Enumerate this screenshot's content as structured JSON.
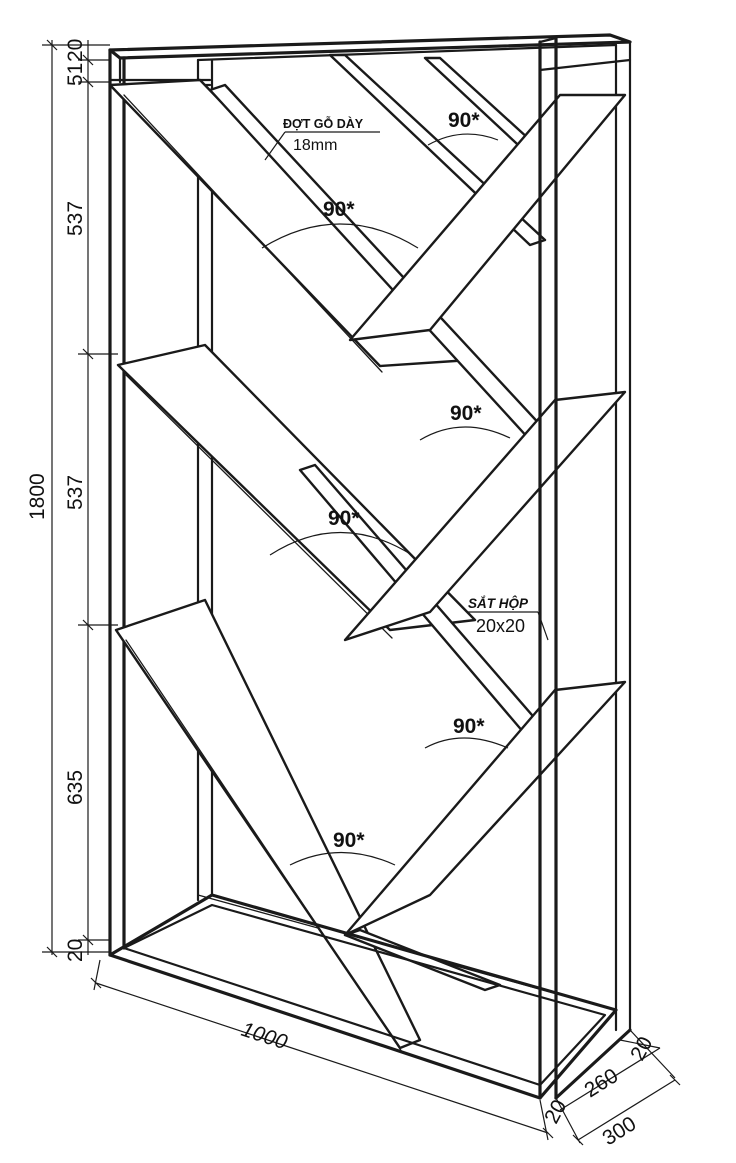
{
  "labels": {
    "wood_note_line1": "ĐỢT GỖ DÀY",
    "wood_note_line2": "18mm",
    "steel_note_line1": "SẮT HỘP",
    "steel_note_line2": "20x20"
  },
  "angles": [
    "90*",
    "90*",
    "90*",
    "90*",
    "90*",
    "90*"
  ],
  "dimensions": {
    "total_height": "1800",
    "top_1": "20",
    "top_2": "51",
    "section_1": "537",
    "section_2": "537",
    "section_3": "635",
    "bottom": "20",
    "width": "1000",
    "depth_inner": "260",
    "depth_total": "300",
    "frame_1": "20",
    "frame_2": "20"
  }
}
